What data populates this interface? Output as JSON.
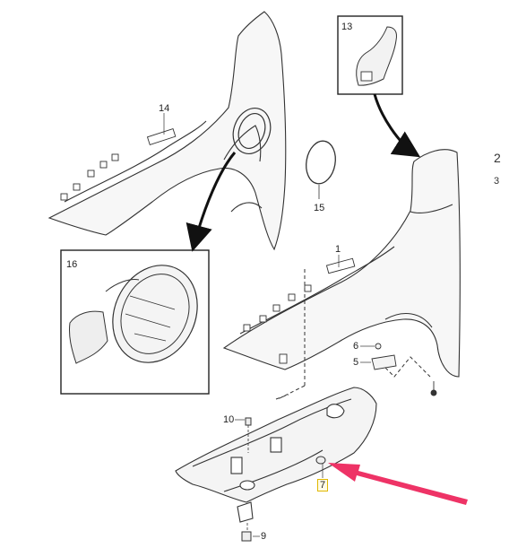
{
  "diagram": {
    "callouts": {
      "c1": "1",
      "c5": "5",
      "c6": "6",
      "c7": "7",
      "c9": "9",
      "c10": "10",
      "c13": "13",
      "c14": "14",
      "c15": "15",
      "c16": "16"
    },
    "edge_glyphs": {
      "top": "2",
      "bottom": "3"
    },
    "highlight": {
      "part": "7",
      "arrow_color": "#ee3366",
      "box_color": "#e0b800"
    },
    "colors": {
      "line": "#333333",
      "panel_fill": "#f7f7f7",
      "inset_border": "#222222"
    }
  }
}
